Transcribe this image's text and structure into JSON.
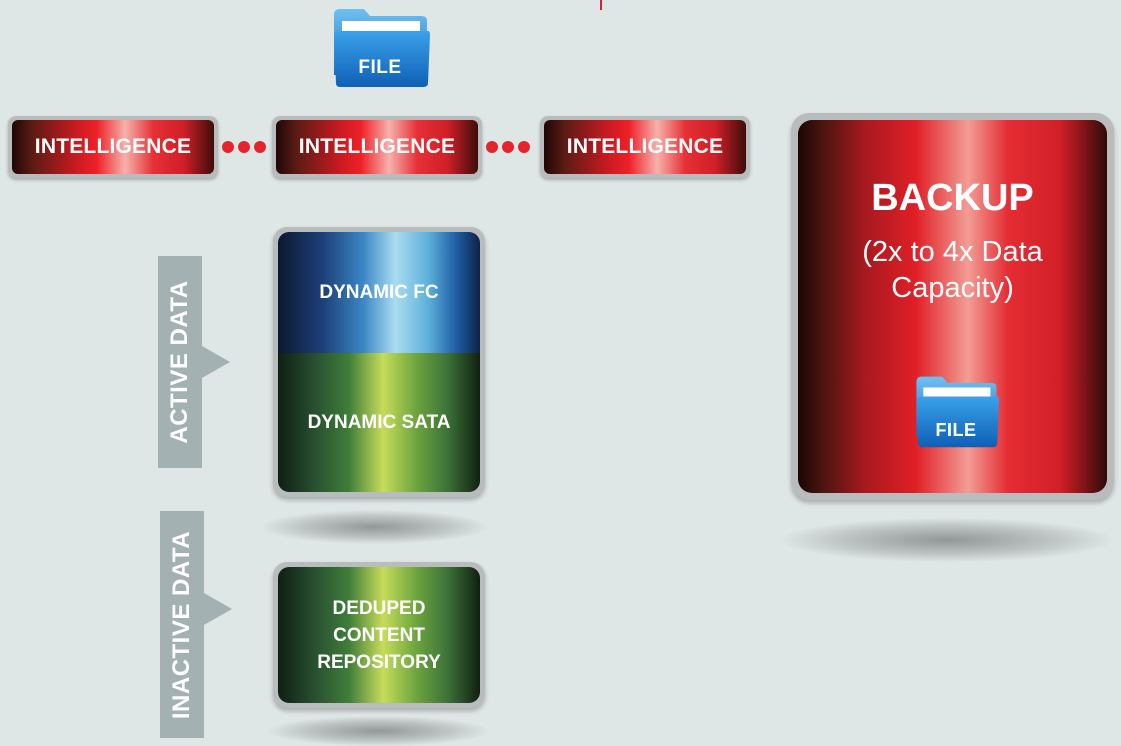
{
  "folder_top": {
    "label": "FILE",
    "icon": "folder-icon"
  },
  "intelligence": [
    {
      "label": "INTELLIGENCE"
    },
    {
      "label": "INTELLIGENCE"
    },
    {
      "label": "INTELLIGENCE"
    }
  ],
  "backup": {
    "title": "BACKUP",
    "subtitle": "(2x to 4x Data Capacity)",
    "folder": {
      "label": "FILE",
      "icon": "folder-icon"
    }
  },
  "active": {
    "side_label": "ACTIVE DATA",
    "tiers": [
      {
        "label": "DYNAMIC FC"
      },
      {
        "label": "DYNAMIC SATA"
      }
    ]
  },
  "inactive": {
    "side_label": "INACTIVE DATA",
    "repository": {
      "label": "DEDUPED\nCONTENT\nREPOSITORY"
    }
  },
  "colors": {
    "background": "#dfe6e6",
    "red_accent": "#e3262c",
    "label_tab": "#a3b1b3",
    "folder_blue": "#1e7fd0"
  }
}
